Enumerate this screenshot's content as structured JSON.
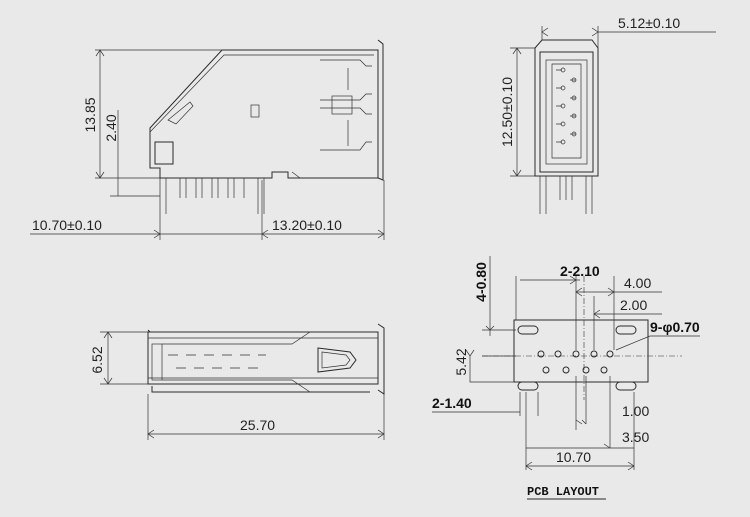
{
  "side_view": {
    "height_total": "13.85",
    "height_pin": "2.40",
    "pin_offset": "10.70±0.10",
    "body_depth": "13.20±0.10"
  },
  "front_view": {
    "width": "5.12±0.10",
    "height": "12.50±0.10"
  },
  "top_view": {
    "height": "6.52",
    "length": "25.70"
  },
  "pcb_layout": {
    "title": "PCB LAYOUT",
    "dim_a": "4-0.80",
    "dim_b": "2-2.10",
    "dim_c": "4.00",
    "dim_d": "2.00",
    "dim_e": "9-φ0.70",
    "dim_f": "5.42",
    "dim_g": "2-1.40",
    "dim_h": "1.00",
    "dim_i": "3.50",
    "dim_j": "10.70"
  }
}
